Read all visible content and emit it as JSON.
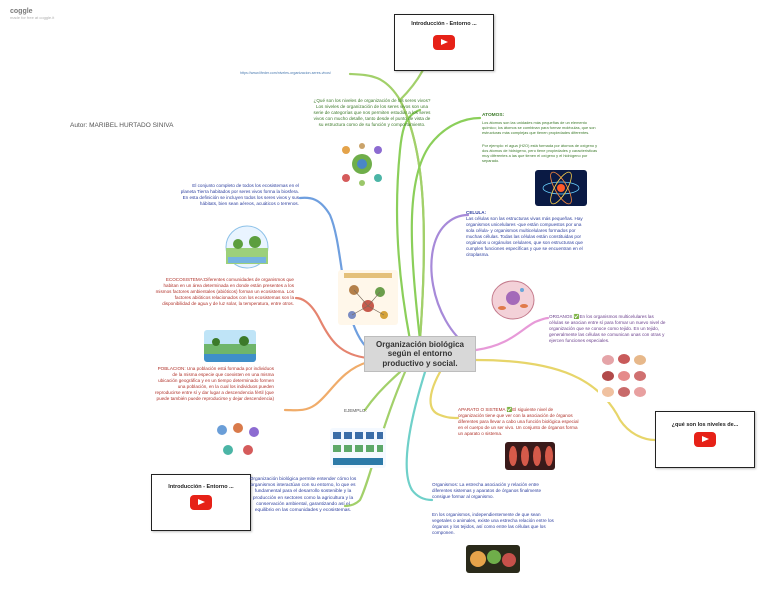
{
  "brand": {
    "logo": "coggle",
    "tagline": "made for free at coggle.it"
  },
  "author": "Autor: MARIBEL HURTADO SINIVA",
  "center_topic": "Organización biológica según el entorno productivo y social.",
  "link_url": "https://www.lifeder.com/niveles-organizacion-seres-vivos/",
  "videos": [
    {
      "title": "Introducción - Entorno ..."
    },
    {
      "title": "¿qué son los niveles de..."
    },
    {
      "title": "Introducción - Entorno ..."
    }
  ],
  "nodes": {
    "niveles": "¿Qué son los niveles de organización de los seres vivos?Los niveles de organización de los seres vivos son una serie de categorías que nos permiten estudiar a los seres vivos con mucho detalle, tanto desde el punto de vista de su estructura como de su función y comportamiento.",
    "atomos_title": "ATOMOS:",
    "atomos_text": "Los átomos son las unidades más pequeñas de un elemento químico; los átomos se combinan para formar moléculas, que son estructuras más complejas que tienen propiedades diferentes.",
    "atomos_example": "Por ejemplo: el agua (H2O) está formada por átomos de oxígeno y dos átomos de hidrógeno, pero tiene propiedades y características muy diferentes a las que tienen el oxígeno y el hidrógeno por separado.",
    "biosfera": "El conjunto completo de todos los ecosistemas en el planeta Tierra habitados por seres vivos forma la biosfera. En esta definición se incluyen todos los seres vivos y sus hábitats, bien sean aéreos, acuáticos o terrenos.",
    "celula_title": "CELULA:",
    "celula_text": "Las células son las estructuras vivas más pequeñas. Hay organismos unicelulares -que están compuestos por una sola célula- y organismos multicelulares formados por muchas células. Todas las células están constituidas por orgánulos u orgánulos celulares, que son estructuras que cumplen funciones específicas y que se encuentran en el citoplasma.",
    "ecosistema": "ECOCOSISTEMA:Diferentes comunidades de organismos que habitan en un área determinada en donde están presentes a los mismos factores ambientales (abióticos) forman un ecosistema. Los factores abióticos relacionados con los ecosistemas son la disponibilidad de agua y de luz solar, la temperatura, entre otros.",
    "organos": "ORGANOS ✅En los organismos multicelulares las células se asocian entre sí para formar un nuevo nivel de organización que se conoce como tejido. En un tejido, generalmente las células se comunican unas con otras y ejercen funciones especiales.",
    "poblacion": "POBLACION: Una población está formada por individuos de la misma especie que coexisten en una misma ubicación geográfica y en un tiempo determinado formen una población, en la cual los individuos pueden reproducirse entre sí y dar lugar a descendencia fértil (que puede también puede reproducirse y dejar descendencia)",
    "aparato": "APARATO O SISTEMA ✅El siguiente nivel de organización tiene que ver con la asociación de órganos diferentes para llevar a cabo una función biológica especial en el cuerpo de un ser vivo. Un conjunto de órganos forma un aparato o sistema.",
    "ejemplo": "EJEMPLO:",
    "resumen": "Organización biológica permite entender cómo los organismos interactúan con su entorno, lo que es fundamental para el desarrollo sostenible y la producción en sectores como la agricultura y la conservación ambiental, garantizando así el equilibrio en las comunidades y ecosistemas.",
    "organismo": "Organismos: La estrecha asociación y relación entre diferentes sistemas y aparatos de órganos finalmente consigue formar al organismo.",
    "organismo2": "En los organismos, independientemente de que sean vegetales o animales, existe una estrecha relación entre los órganos y los tejidos, así como entre las células que los componen."
  },
  "colors": {
    "green": "#8bcf5a",
    "blue": "#6f9fdf",
    "red": "#e5846f",
    "orange": "#f0ac6a",
    "purple": "#a78ad9",
    "pink": "#e79ad8",
    "yellow": "#e7d56a",
    "teal": "#6fd0c9",
    "lime": "#a2d06a"
  }
}
